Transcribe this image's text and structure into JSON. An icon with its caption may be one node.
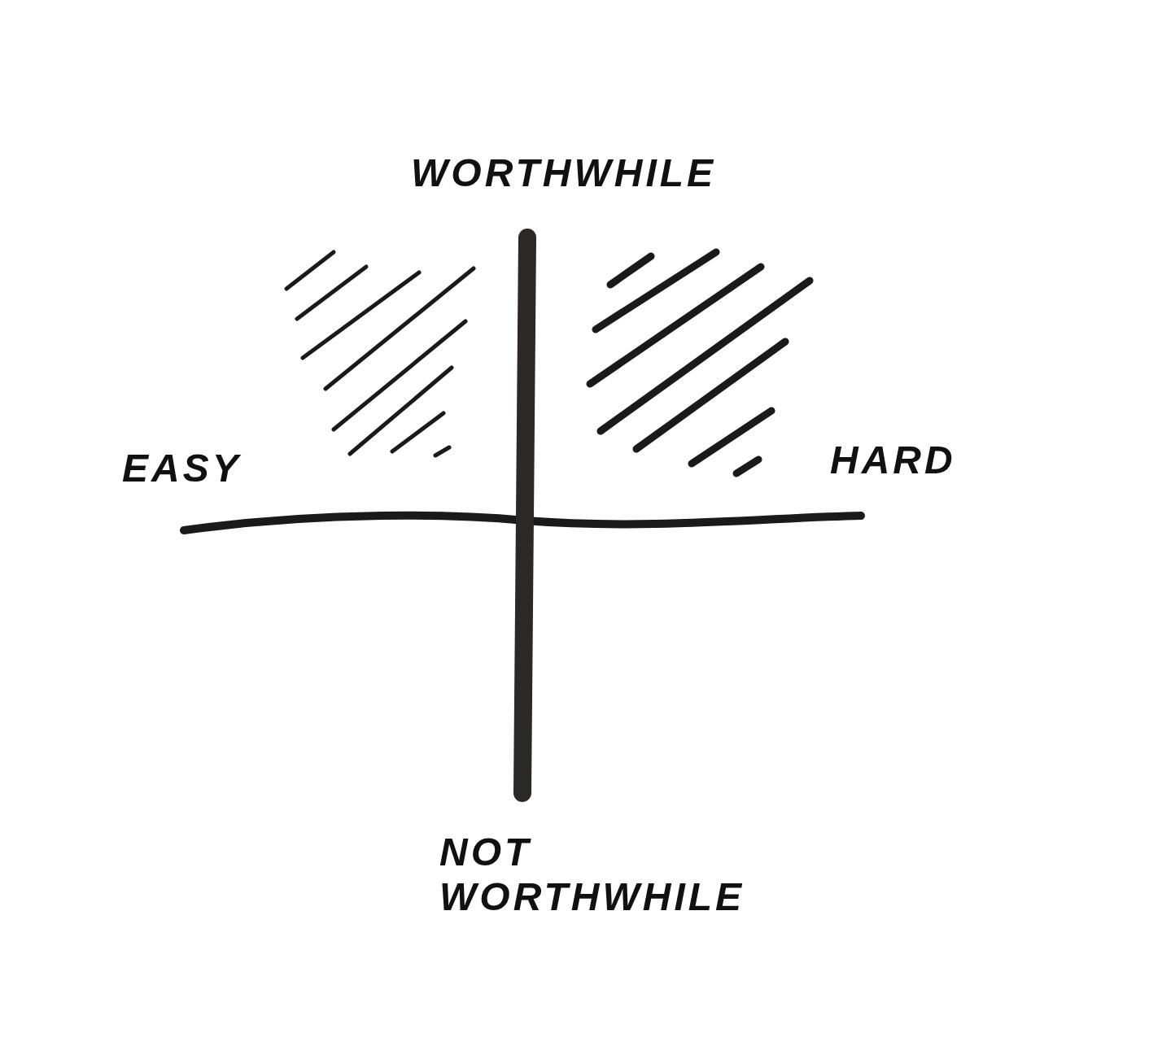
{
  "diagram": {
    "labels": [
      "WORTHWHILE",
      "EASY",
      "HARD",
      "NOT WORTHWHILE"
    ]
  }
}
